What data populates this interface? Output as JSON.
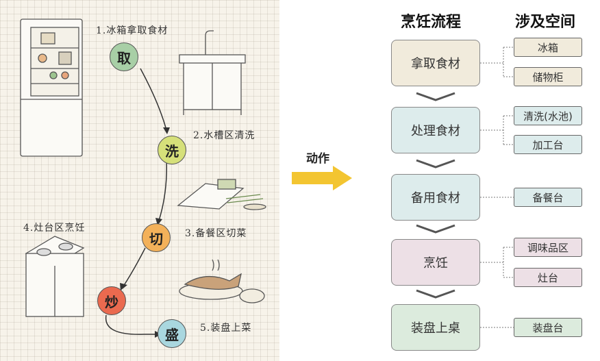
{
  "illustration": {
    "steps": [
      {
        "label": "1.冰箱拿取食材",
        "char": "取"
      },
      {
        "label": "2.水槽区清洗",
        "char": "洗"
      },
      {
        "label": "3.备餐区切菜",
        "char": "切"
      },
      {
        "label": "4.灶台区烹饪",
        "char": "炒"
      },
      {
        "label": "5.装盘上菜",
        "char": "盛"
      }
    ]
  },
  "transition": {
    "label": "动作"
  },
  "flow": {
    "process_header": "烹饪流程",
    "space_header": "涉及空间",
    "stages": [
      {
        "label": "拿取食材",
        "color": "#f1ebdc",
        "spaces": [
          "冰箱",
          "储物柜"
        ]
      },
      {
        "label": "处理食材",
        "color": "#ddecec",
        "spaces": [
          "清洗(水池)",
          "加工台"
        ]
      },
      {
        "label": "备用食材",
        "color": "#ddecec",
        "spaces": [
          "备餐台"
        ]
      },
      {
        "label": "烹饪",
        "color": "#ede0e6",
        "spaces": [
          "调味品区",
          "灶台"
        ]
      },
      {
        "label": "装盘上桌",
        "color": "#dcebdd",
        "spaces": [
          "装盘台"
        ]
      }
    ]
  },
  "colors": {
    "arrow": "#f3c531",
    "circle_qu": "#a8cfa6",
    "circle_xi": "#d6e07a",
    "circle_qie": "#f3b15a",
    "circle_chao": "#ea6a4f",
    "circle_sheng": "#a9d7df",
    "path": "#333333"
  }
}
